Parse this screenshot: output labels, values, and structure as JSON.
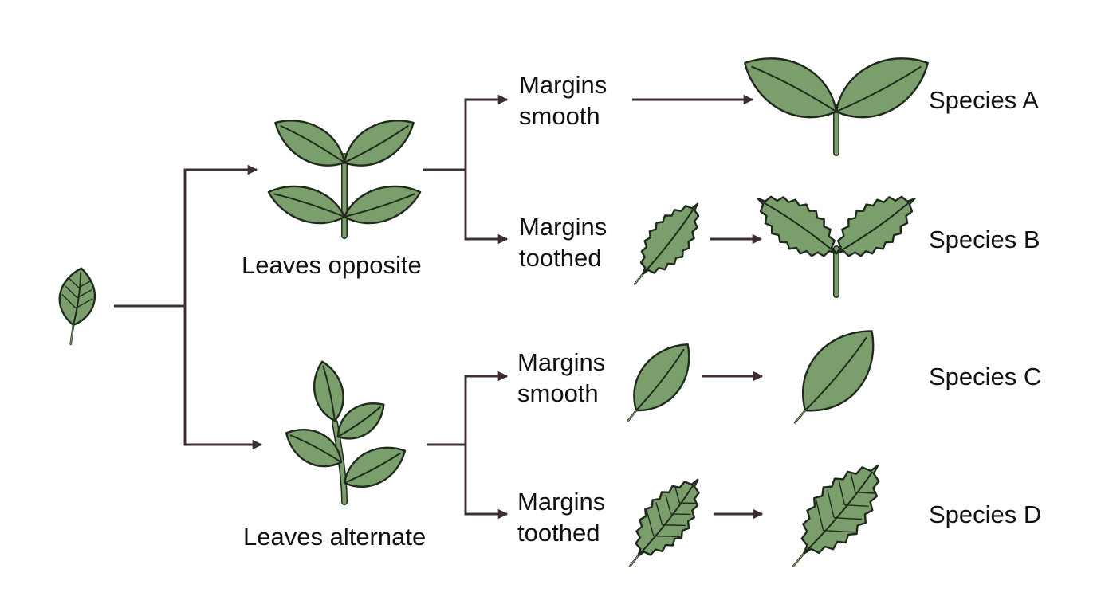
{
  "colors": {
    "connector": "#3d2e33",
    "leaf_fill": "#7b9e6d",
    "leaf_stroke": "#1f2a1c",
    "text": "#111111"
  },
  "icons": {
    "root": "leaf-icon",
    "opposite": "opposite-leaves-sprig-icon",
    "alternate": "alternate-leaves-sprig-icon",
    "smooth_leaf": "smooth-leaf-icon",
    "toothed_leaf": "toothed-leaf-icon",
    "pair_smooth": "smooth-leaf-pair-icon",
    "pair_toothed": "toothed-leaf-pair-icon"
  },
  "nodes": {
    "opposite": {
      "label": "Leaves opposite"
    },
    "alternate": {
      "label": "Leaves alternate"
    },
    "opposite_smooth": {
      "line1": "Margins",
      "line2": "smooth"
    },
    "opposite_toothed": {
      "line1": "Margins",
      "line2": "toothed"
    },
    "alternate_smooth": {
      "line1": "Margins",
      "line2": "smooth"
    },
    "alternate_toothed": {
      "line1": "Margins",
      "line2": "toothed"
    }
  },
  "species": {
    "a": "Species A",
    "b": "Species B",
    "c": "Species C",
    "d": "Species D"
  }
}
